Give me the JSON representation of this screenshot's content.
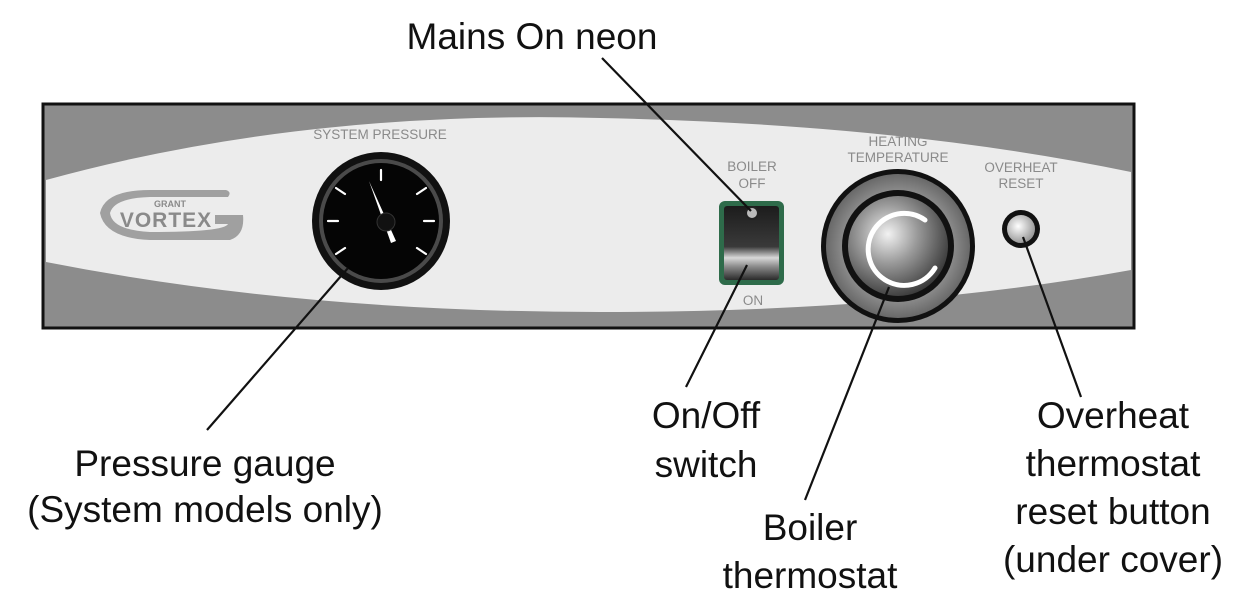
{
  "callouts": {
    "mains_neon": [
      "Mains On neon"
    ],
    "pressure_gauge": [
      "Pressure gauge",
      "(System models only)"
    ],
    "onoff_switch": [
      "On/Off",
      "switch"
    ],
    "boiler_thermostat": [
      "Boiler",
      "thermostat"
    ],
    "overheat_reset": [
      "Overheat",
      "thermostat",
      "reset button",
      "(under cover)"
    ]
  },
  "panel": {
    "logo_small": "GRANT",
    "logo_main": "VORTEX",
    "system_pressure": "SYSTEM PRESSURE",
    "boiler_off": [
      "BOILER",
      "OFF"
    ],
    "on": "ON",
    "heating_temperature": [
      "HEATING",
      "TEMPERATURE"
    ],
    "overheat_reset": [
      "OVERHEAT",
      "RESET"
    ]
  },
  "colors": {
    "panel_band": "#8c8c8c",
    "panel_body": "#e8e8e8",
    "outline": "#111111",
    "switch_green": "#2e6b4a",
    "label_grey": "#8a8a8a"
  }
}
